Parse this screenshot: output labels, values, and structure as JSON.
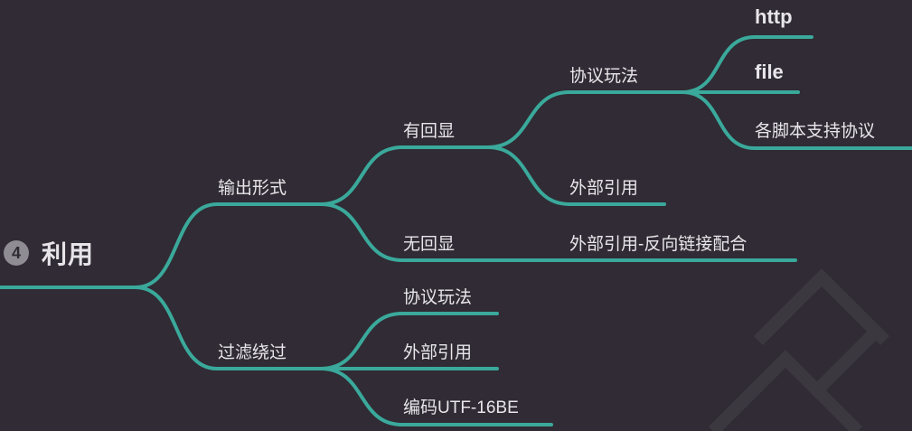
{
  "root": {
    "number": "4",
    "label": "利用"
  },
  "branches": {
    "output": {
      "label": "输出形式",
      "echo": {
        "label": "有回显",
        "protocol": {
          "label": "协议玩法",
          "items": [
            "http",
            "file",
            "各脚本支持协议"
          ]
        },
        "external": "外部引用"
      },
      "noecho": {
        "label": "无回显",
        "child": "外部引用-反向链接配合"
      }
    },
    "filter": {
      "label": "过滤绕过",
      "items": [
        "协议玩法",
        "外部引用",
        "编码UTF-16BE"
      ]
    }
  },
  "colors": {
    "background": "#302b34",
    "line": "#3aa99b",
    "text": "#e8e6ea"
  }
}
